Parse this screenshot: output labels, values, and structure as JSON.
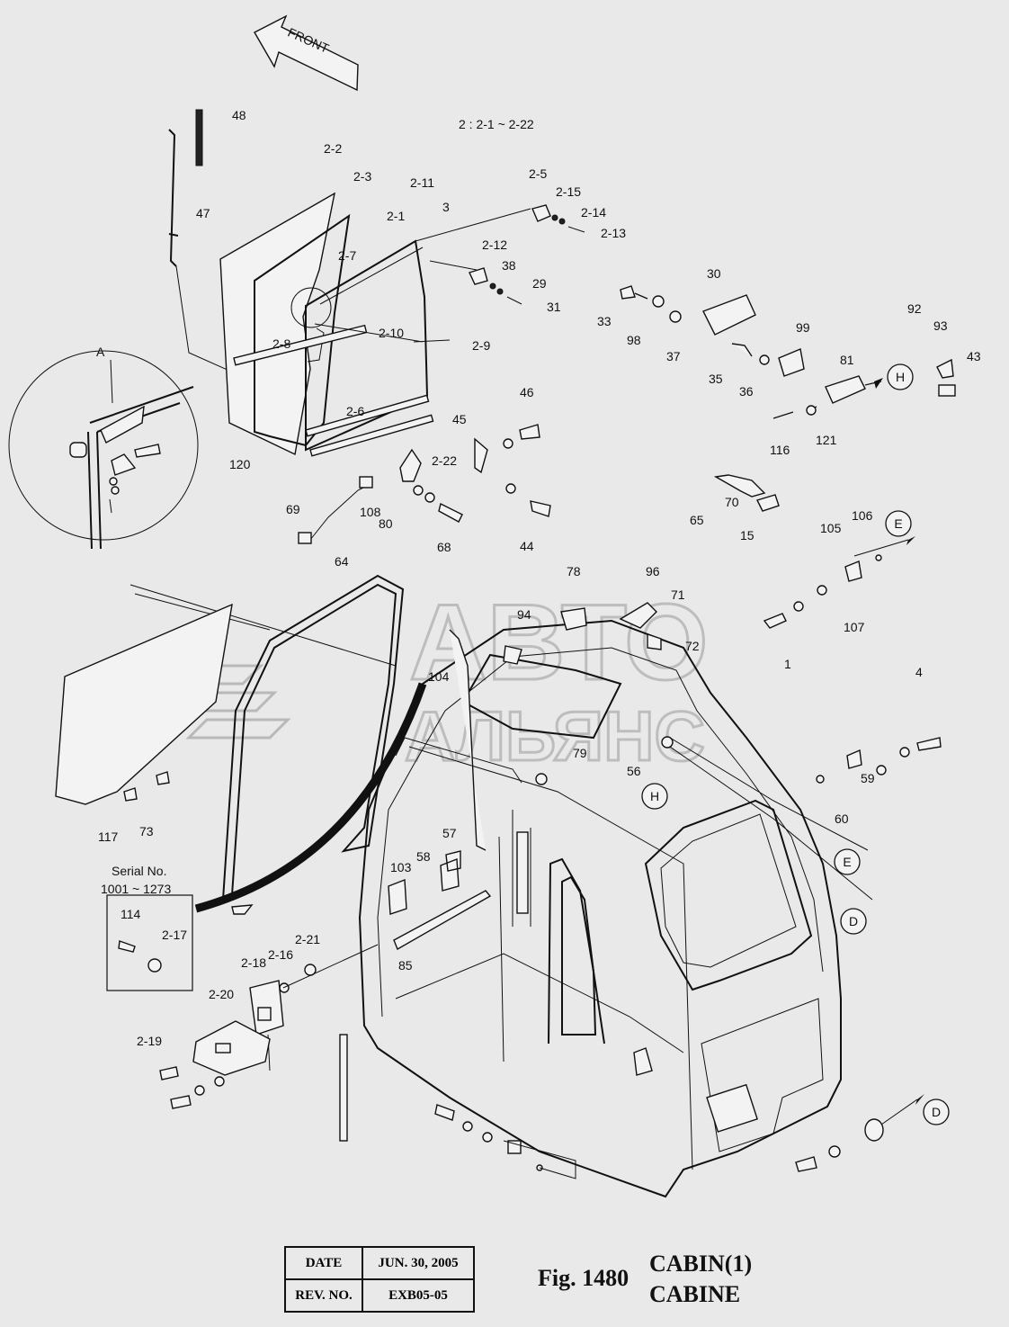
{
  "front_label": "FRONT",
  "note": "2 : 2-1 ~ 2-22",
  "detail_label": "A",
  "serial": {
    "line1": "Serial No.",
    "line2": "1001 ~ 1273"
  },
  "refs": [
    "H",
    "E",
    "D"
  ],
  "watermark": {
    "line1": "АВТО",
    "line2": "АЛЬЯНС"
  },
  "callouts": [
    "48",
    "47",
    "2-2",
    "2-3",
    "2-1",
    "2-11",
    "3",
    "2-7",
    "2-8",
    "2-10",
    "2-9",
    "2-6",
    "2-22",
    "120",
    "2-5",
    "2-15",
    "2-14",
    "2-13",
    "2-12",
    "38",
    "29",
    "31",
    "30",
    "33",
    "98",
    "37",
    "35",
    "36",
    "99",
    "81",
    "116",
    "121",
    "92",
    "93",
    "43",
    "45",
    "46",
    "44",
    "108",
    "80",
    "68",
    "69",
    "70",
    "65",
    "15",
    "105",
    "106",
    "107",
    "1",
    "4",
    "64",
    "78",
    "94",
    "96",
    "71",
    "72",
    "117",
    "73",
    "104",
    "79",
    "56",
    "59",
    "60",
    "57",
    "58",
    "103",
    "85",
    "114",
    "2-17",
    "2-18",
    "2-16",
    "2-21",
    "2-20",
    "2-19"
  ],
  "title_block": {
    "date_label": "DATE",
    "date_value": "JUN. 30, 2005",
    "rev_label": "REV. NO.",
    "rev_value": "EXB05-05"
  },
  "figure": {
    "number": "Fig. 1480",
    "title_en": "CABIN(1)",
    "title_fr": "CABINE"
  }
}
